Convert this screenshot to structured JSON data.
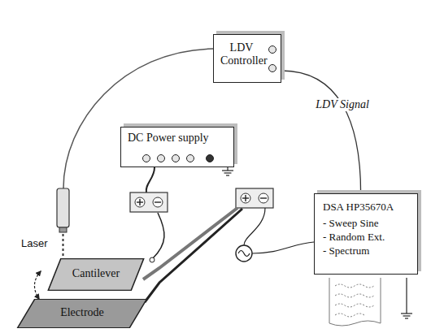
{
  "diagram": {
    "nodes": [
      {
        "text": [
          "LDV Controller"
        ]
      },
      {
        "text": [
          "DC Power supply"
        ]
      },
      {
        "text": [
          "DSA HP35670A",
          "- Sweep Sine",
          "- Random Ext.",
          "- Spectrum"
        ]
      },
      {
        "text": [
          "Cantilever"
        ]
      },
      {
        "text": [
          "Electrode"
        ]
      }
    ],
    "edges": [
      {
        "from": 0,
        "to": 2,
        "label": "LDV Signal",
        "arrow": "none"
      }
    ],
    "labels": [
      "Laser"
    ]
  }
}
